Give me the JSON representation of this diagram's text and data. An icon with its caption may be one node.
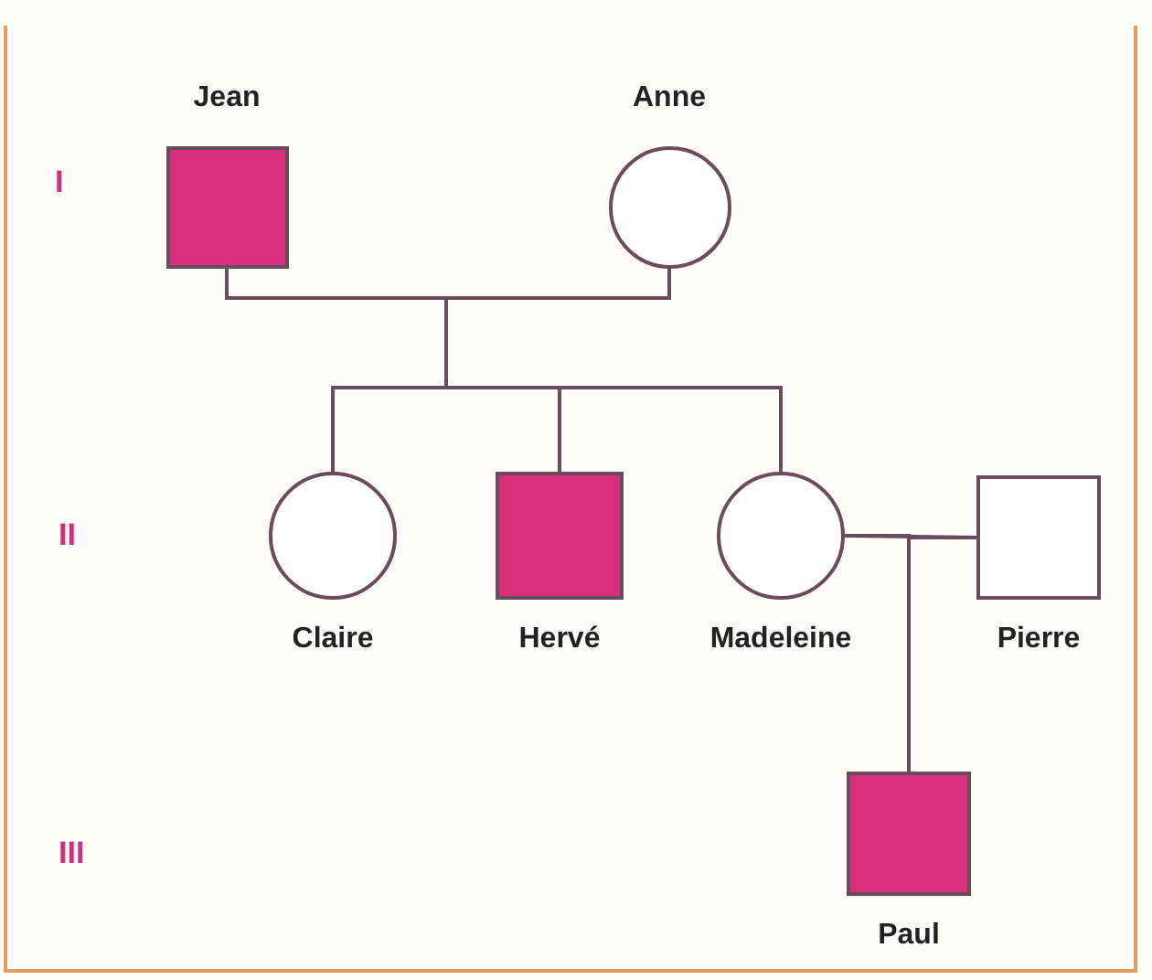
{
  "diagram": {
    "nodes": [
      {
        "text": [
          "Jean"
        ]
      },
      {
        "text": [
          "Anne"
        ]
      },
      {
        "text": [
          "Claire"
        ]
      },
      {
        "text": [
          "Hervé"
        ]
      },
      {
        "text": [
          "Madeleine"
        ]
      },
      {
        "text": [
          "Pierre"
        ]
      },
      {
        "text": [
          "Paul"
        ]
      }
    ],
    "edges": [
      {
        "from": 0,
        "to": 1,
        "arrow": "none"
      },
      {
        "from": 0,
        "to": 2,
        "arrow": "none"
      },
      {
        "from": 0,
        "to": 3,
        "arrow": "none"
      },
      {
        "from": 0,
        "to": 4,
        "arrow": "none"
      },
      {
        "from": 1,
        "to": 2,
        "arrow": "none"
      },
      {
        "from": 1,
        "to": 3,
        "arrow": "none"
      },
      {
        "from": 1,
        "to": 4,
        "arrow": "none"
      },
      {
        "from": 4,
        "to": 5,
        "arrow": "none"
      },
      {
        "from": 4,
        "to": 6,
        "arrow": "none"
      },
      {
        "from": 5,
        "to": 6,
        "arrow": "none"
      }
    ],
    "labels": [
      "I",
      "II",
      "III"
    ]
  }
}
